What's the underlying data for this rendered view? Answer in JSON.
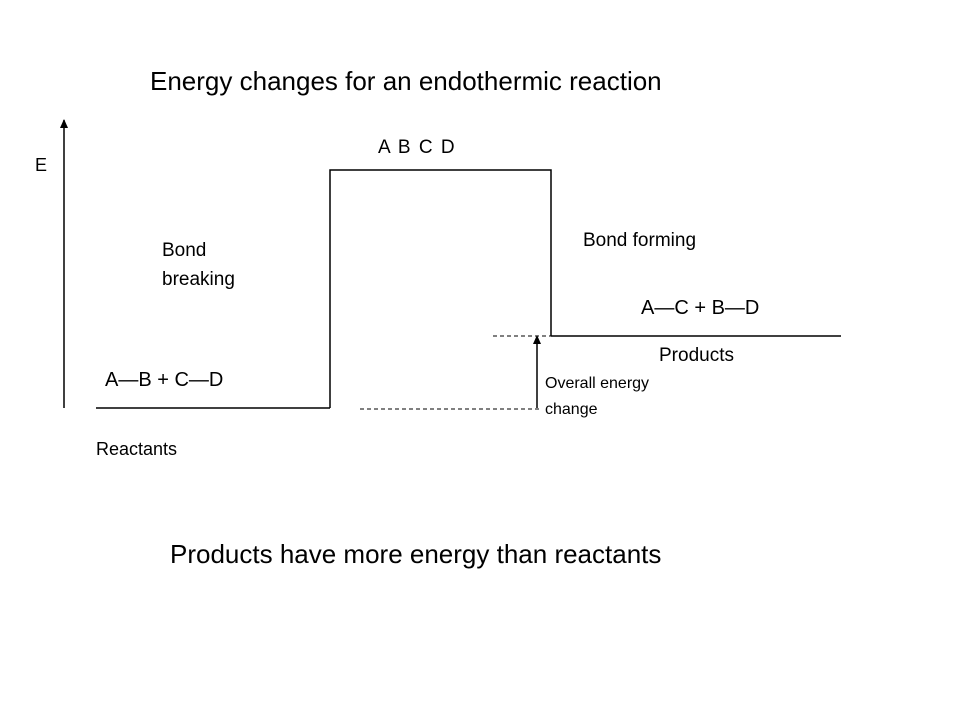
{
  "diagram": {
    "title": "Energy changes for an endothermic reaction",
    "subtitle": "Products have more energy than reactants",
    "axis_label": "E",
    "transition_state": "A  B  C  D",
    "left_process": "Bond breaking",
    "right_process": "Bond forming",
    "reactants": {
      "formula": "A—B  +  C—D",
      "label": "Reactants"
    },
    "products": {
      "formula": "A—C  +  B—D",
      "label": "Products"
    },
    "energy_change_label": "Overall energy change",
    "line_color": "#000000",
    "background_color": "#ffffff"
  }
}
